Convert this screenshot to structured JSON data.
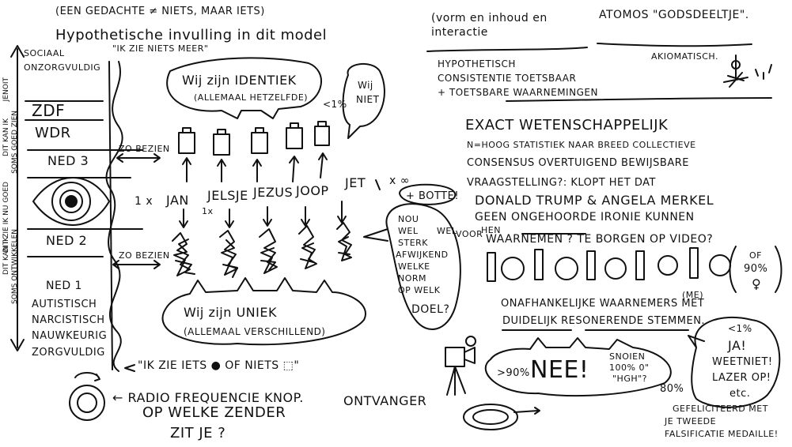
{
  "header": {
    "line1": "(EEN GEDACHTE ≠ NIETS, MAAR IETS)",
    "line2": "Hypothetische invulling in dit model",
    "vorm": "(vorm en inhoud en interactie",
    "atomos": "ATOMOS \"GODSDEELTJE\".",
    "aksiomatisch": "AKIOMATISCH.",
    "hypo1": "HYPOTHETISCH",
    "hypo2": "CONSISTENTIE TOETSBAAR",
    "hypo3": "+ TOETSBARE WAARNEMINGEN"
  },
  "left_scale": {
    "sociaal": "SOCIAAL",
    "onzorgvuldig": "ONZORGVULDIG",
    "quote_niets": "\"IK ZIE NIETS MEER\"",
    "zdf": "ZDF",
    "wdr": "WDR",
    "ned3": "NED 3",
    "ned2": "NED 2",
    "ned1": "NED 1",
    "autistisch": "AUTISTISCH",
    "narcistisch": "NARCISTISCH",
    "nauwkeurig": "NAUWKEURIG",
    "zorgvuldig": "ZORGVULDIG",
    "side_top": "JENOIT",
    "side_mid1": "DIT KAN IK",
    "side_mid2": "SOMS GOED ZIEN",
    "side_eye": "DIT ZIE IK NU GOED",
    "side_low1": "DIT KAN IK",
    "side_low2": "SOMS ONTWIKKELEN",
    "zo_bezien_1": "ZO BEZIEN",
    "zo_bezien_2": "ZO BEZIEN"
  },
  "top_bubble": {
    "line1": "Wij zijn IDENTIEK",
    "line2": "(ALLEMAAL HETZELFDE)"
  },
  "niet_bubble": {
    "line1": "Wij",
    "line2": "NIET",
    "pct": "<1%"
  },
  "names": {
    "factor": "1 x",
    "jan": "JAN",
    "jelsje": "JELSJE",
    "jezus": "JEZUS",
    "joop": "JOOP",
    "jet": "JET",
    "inf": "x ∞",
    "mult": "1x",
    "plus": "+ BOTTE!"
  },
  "middle_bubble": {
    "l1": "NOU",
    "l2": "WEL",
    "l3": "STERK",
    "l4": "AFWIJKEND",
    "l5": "WELKE",
    "l6": "NORM",
    "l7": "OP WELK",
    "l8": "DOEL?"
  },
  "bottom_bubble": {
    "line1": "Wij zijn UNIEK",
    "line2": "(ALLEMAAL VERSCHILLEND)"
  },
  "bottom_left": {
    "quote": "\"IK ZIE IETS ● OF NIETS ⬚\"",
    "radio1": "← RADIO FREQUENCIE KNOP.",
    "radio2": "OP WELKE ZENDER",
    "radio3": "ZIT JE ?",
    "ontvanger": "ONTVANGER"
  },
  "right_text": {
    "exact": "EXACT WETENSCHAPPELIJK",
    "l1": "N=HOOG STATISTIEK NAAR BREED COLLECTIEVE",
    "l2": "CONSENSUS OVERTUIGEND BEWIJSBARE",
    "l3": "VRAAGSTELLING?: KLOPT HET DAT",
    "l4": "DONALD TRUMP & ANGELA MERKEL",
    "l5": "GEEN ONGEHOORDE IRONIE KUNNEN",
    "wel": "WEL",
    "voor": "VOOR",
    "hen": "HEN",
    "l6": "WAARNEMEN ? TE BORGEN OP VIDEO?",
    "of": "OF",
    "pct90": "90%",
    "venus": "♀",
    "onaf": "ONAFHANKELIJKE WAARNEMERS MET",
    "duidelijk": "DUIDELIJK RESONERENDE STEMMEN.",
    "me": "(ME)",
    "lt1": "<1%"
  },
  "nee_bubble": {
    "pct": ">90%",
    "nee": "NEE!",
    "s1": "SNOIEN",
    "s2": "100% 0\"",
    "s3": "\"HGH\"?",
    "p80": "80%"
  },
  "ja_bubble": {
    "l1": "JA!",
    "l2": "WEETNIET!",
    "l3": "LAZER OP!",
    "l4": "etc."
  },
  "medal_text": {
    "l1": "GEFELICITEERD MET",
    "l2": "JE TWEEDE",
    "l3": "FALSIFICATIE MEDAILLE!"
  }
}
